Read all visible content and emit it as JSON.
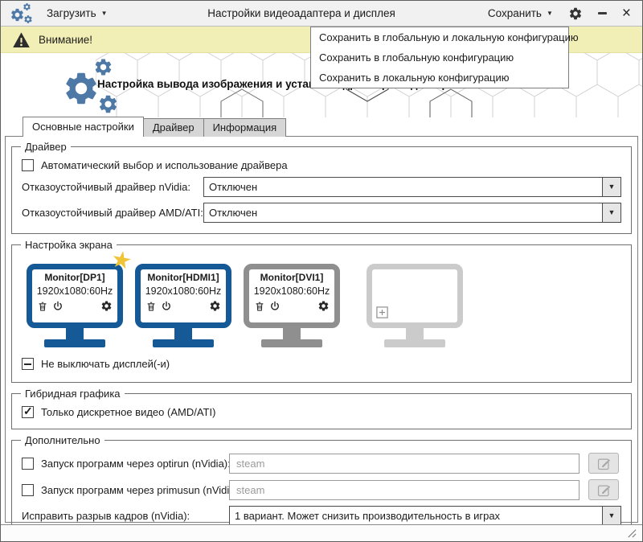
{
  "titlebar": {
    "load_label": "Загрузить",
    "title": "Настройки видеоадаптера и дисплея",
    "save_label": "Сохранить"
  },
  "banner": {
    "text": "Внимание!"
  },
  "save_menu": {
    "items": [
      "Сохранить в глобальную и локальную конфигурацию",
      "Сохранить в глобальную конфигурацию",
      "Сохранить в локальную конфигурацию"
    ]
  },
  "header": {
    "subtitle": "Настройка вывода изображения и установка драйвера видеокарты"
  },
  "tabs": [
    {
      "label": "Основные настройки",
      "active": true
    },
    {
      "label": "Драйвер",
      "active": false
    },
    {
      "label": "Информация",
      "active": false
    }
  ],
  "driver_group": {
    "legend": "Драйвер",
    "auto_checkbox_label": "Автоматический выбор и использование драйвера",
    "auto_checkbox_state": "unchecked",
    "nvidia_label": "Отказоустойчивый драйвер nVidia:",
    "nvidia_value": "Отключен",
    "amd_label": "Отказоустойчивый драйвер AMD/ATI:",
    "amd_value": "Отключен"
  },
  "screen_group": {
    "legend": "Настройка экрана",
    "monitors": [
      {
        "name": "Monitor[DP1]",
        "mode": "1920x1080:60Hz",
        "state": "active",
        "primary": true
      },
      {
        "name": "Monitor[HDMI1]",
        "mode": "1920x1080:60Hz",
        "state": "active",
        "primary": false
      },
      {
        "name": "Monitor[DVI1]",
        "mode": "1920x1080:60Hz",
        "state": "disabled",
        "primary": false
      },
      {
        "name": "",
        "mode": "",
        "state": "empty",
        "primary": false
      }
    ],
    "keep_on_label": "Не выключать дисплей(-и)",
    "keep_on_state": "partial"
  },
  "hybrid_group": {
    "legend": "Гибридная графика",
    "discrete_label": "Только дискретное видео (AMD/ATI)",
    "discrete_state": "checked"
  },
  "extra_group": {
    "legend": "Дополнительно",
    "optirun_label": "Запуск программ через optirun (nVidia):",
    "optirun_state": "unchecked",
    "optirun_value": "steam",
    "primusun_label": "Запуск программ через primusun (nVidia):",
    "primusun_state": "unchecked",
    "primusun_value": "steam",
    "tearing_label": "Исправить разрыв кадров (nVidia):",
    "tearing_value": "1 вариант. Может снизить производительность в играх"
  },
  "icons": {
    "app_logo": "blue-gears",
    "dropdown_caret": "▼",
    "settings": "gear",
    "minimize": "—",
    "close": "×",
    "warning": "filled-triangle-exclamation",
    "monitor_delete": "trash",
    "monitor_power": "power",
    "monitor_settings": "gear",
    "monitor_add": "plus-box",
    "edit": "pencil-square",
    "primary_star": "★",
    "resize_grip": "diagonal-lines"
  },
  "colors": {
    "monitor_active_blue": "#155a96",
    "monitor_disabled_gray": "#8f8f8f",
    "monitor_empty_gray": "#cbcbcb",
    "logo_blue": "#4e79a7",
    "banner_yellow": "#f2efb6",
    "star_gold": "#f0c437",
    "tab_inactive": "#d6d6d6"
  }
}
